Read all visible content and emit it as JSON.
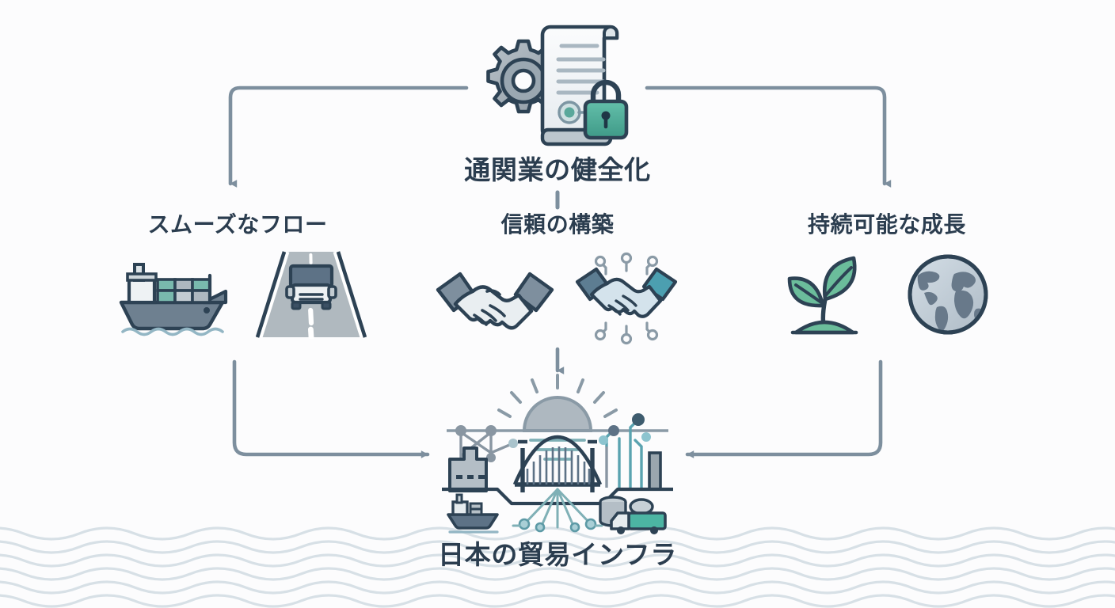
{
  "diagram": {
    "title": "通関業の健全化",
    "background_color": "#fcfcfd",
    "text_color": "#2b3d4f",
    "connector_color": "#7d8f9e",
    "accent_teal": "#4aa79a",
    "accent_green": "#5fb392",
    "wave_color": "#d7e0e6"
  },
  "top": {
    "label": "通関業の健全化",
    "icon": "gear-document-lock-icon"
  },
  "branches": [
    {
      "id": "flow",
      "label": "スムーズなフロー",
      "icons": [
        "container-ship-icon",
        "truck-road-icon"
      ]
    },
    {
      "id": "trust",
      "label": "信頼の構築",
      "icons": [
        "handshake-icon",
        "digital-handshake-icon"
      ]
    },
    {
      "id": "growth",
      "label": "持続可能な成長",
      "icons": [
        "sprout-icon",
        "globe-icon"
      ]
    }
  ],
  "bottom": {
    "label": "日本の貿易インフラ",
    "icon": "trade-infrastructure-icon"
  },
  "connectors": [
    {
      "id": "top-to-flow",
      "from": "通関業の健全化",
      "to": "スムーズなフロー",
      "style": "elbow-left-down-arrow"
    },
    {
      "id": "top-to-trust",
      "from": "通関業の健全化",
      "to": "信頼の構築",
      "style": "short-vertical-stub"
    },
    {
      "id": "top-to-growth",
      "from": "通関業の健全化",
      "to": "持続可能な成長",
      "style": "elbow-right-down-arrow"
    },
    {
      "id": "trust-to-bottom",
      "from": "信頼の構築",
      "to": "日本の貿易インフラ",
      "style": "short-vertical-arrow"
    },
    {
      "id": "flow-to-bottom",
      "from": "スムーズなフロー",
      "to": "日本の貿易インフラ",
      "style": "elbow-down-right-arrow"
    },
    {
      "id": "growth-to-bottom",
      "from": "持続可能な成長",
      "to": "日本の貿易インフラ",
      "style": "elbow-down-left-arrow"
    }
  ]
}
